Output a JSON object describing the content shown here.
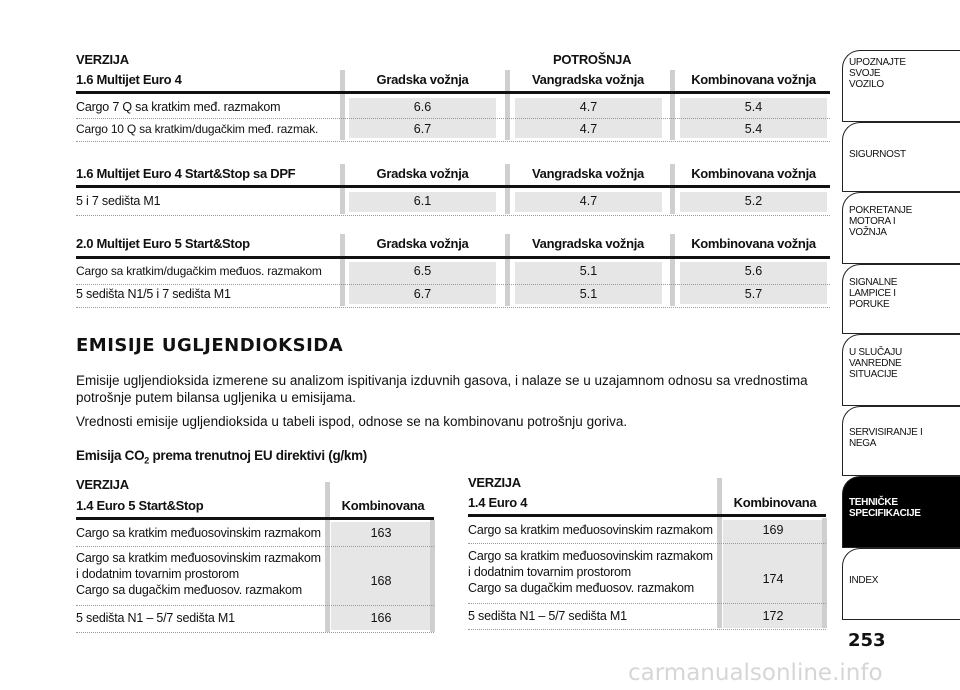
{
  "consumption": {
    "version_label": "VERZIJA",
    "consumption_label": "POTROŠNJA",
    "col_city": "Gradska vožnja",
    "col_extra": "Vangradska vožnja",
    "col_combined": "Kombinovana vožnja",
    "tables": [
      {
        "engine": "1.6 Multijet Euro 4",
        "rows": [
          {
            "label": "Cargo 7 Q sa kratkim međ. razmakom",
            "city": "6.6",
            "extra": "4.7",
            "combined": "5.4"
          },
          {
            "label": "Cargo 10 Q sa kratkim/dugačkim međ. razmak.",
            "city": "6.7",
            "extra": "4.7",
            "combined": "5.4"
          }
        ]
      },
      {
        "engine": "1.6 Multijet Euro 4 Start&Stop sa DPF",
        "rows": [
          {
            "label": "5 i 7 sedišta M1",
            "city": "6.1",
            "extra": "4.7",
            "combined": "5.2"
          }
        ]
      },
      {
        "engine": "2.0 Multijet Euro 5 Start&Stop",
        "rows": [
          {
            "label": "Cargo sa kratkim/dugačkim međuos. razmakom",
            "city": "6.5",
            "extra": "5.1",
            "combined": "5.6"
          },
          {
            "label": "5 sedišta N1/5 i 7 sedišta M1",
            "city": "6.7",
            "extra": "5.1",
            "combined": "5.7"
          }
        ]
      }
    ]
  },
  "emissions": {
    "heading": "EMISIJE UGLJENDIOKSIDA",
    "paragraph1_line1": "Emisije ugljendioksida izmerene su analizom ispitivanja izduvnih gasova, i nalaze se u uzajamnom odnosu sa vrednostima",
    "paragraph1_line2": "potrošnje putem bilansa ugljenika u emisijama.",
    "paragraph2": "Vrednosti emisije ugljendioksida u tabeli ispod, odnose se na kombinovanu potrošnju goriva.",
    "subheading_pre": "Emisija CO",
    "subheading_sub": "2",
    "subheading_post": " prema trenutnoj EU direktivi (g/km)",
    "version_label": "VERZIJA",
    "col_combined": "Kombinovana",
    "left_table": {
      "engine": "1.4 Euro 5 Start&Stop",
      "rows": [
        {
          "lines": [
            "Cargo sa kratkim međuosovinskim razmakom"
          ],
          "value": "163"
        },
        {
          "lines": [
            "Cargo sa kratkim međuosovinskim razmakom",
            "i dodatnim tovarnim prostorom",
            "Cargo sa dugačkim međuosov. razmakom"
          ],
          "value": "168"
        },
        {
          "lines": [
            "5 sedišta N1 – 5/7 sedišta M1"
          ],
          "value": "166"
        }
      ]
    },
    "right_table": {
      "engine": "1.4 Euro 4",
      "rows": [
        {
          "lines": [
            "Cargo sa kratkim međuosovinskim razmakom"
          ],
          "value": "169"
        },
        {
          "lines": [
            "Cargo sa kratkim međuosovinskim razmakom",
            "i dodatnim tovarnim prostorom",
            "Cargo sa dugačkim međuosov. razmakom"
          ],
          "value": "174"
        },
        {
          "lines": [
            "5 sedišta N1 – 5/7 sedišta M1"
          ],
          "value": "172"
        }
      ]
    }
  },
  "sidebar": {
    "tabs": [
      {
        "label": "UPOZNAJTE SVOJE VOZILO",
        "active": false
      },
      {
        "label": "SIGURNOST",
        "active": false
      },
      {
        "label": "POKRETANJE MOTORA I VOŽNJA",
        "active": false
      },
      {
        "label": "SIGNALNE LAMPICE I PORUKE",
        "active": false
      },
      {
        "label": "U SLUČAJU VANREDNE SITUACIJE",
        "active": false
      },
      {
        "label": "SERVISIRANJE I NEGA",
        "active": false
      },
      {
        "label": "TEHNIČKE SPECIFIKACIJE",
        "active": true
      },
      {
        "label": "INDEX",
        "active": false
      }
    ]
  },
  "page_number": "253",
  "watermark": "carmanualsonline.info"
}
